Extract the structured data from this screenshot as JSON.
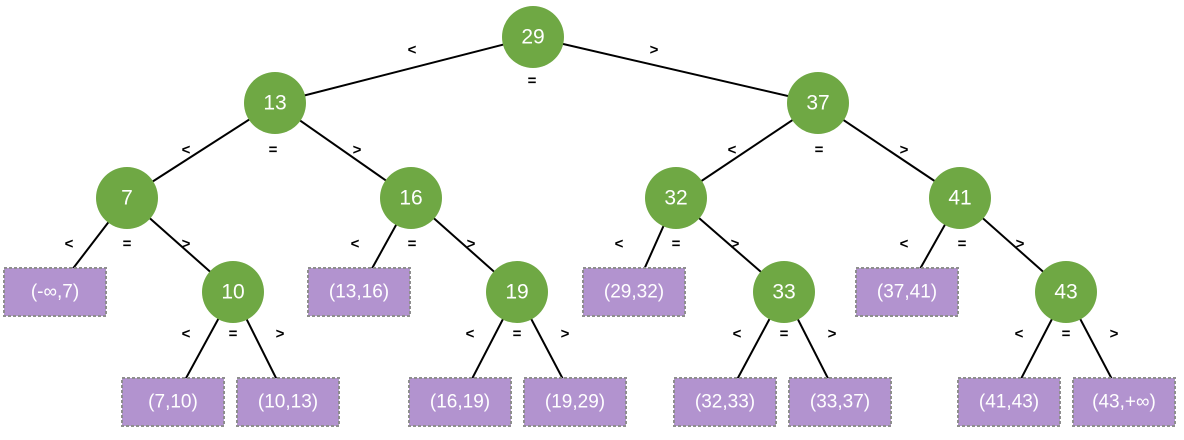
{
  "colors": {
    "node_fill": "#6fa844",
    "leaf_fill": "#b293cf",
    "leaf_border": "#8e8e8e",
    "edge": "#000000"
  },
  "comparison_symbols": {
    "less": "<",
    "equal": "=",
    "greater": ">"
  },
  "nodes": [
    {
      "id": "n29",
      "label": "29",
      "type": "internal"
    },
    {
      "id": "n13",
      "label": "13",
      "type": "internal"
    },
    {
      "id": "n37",
      "label": "37",
      "type": "internal"
    },
    {
      "id": "n7",
      "label": "7",
      "type": "internal"
    },
    {
      "id": "n16",
      "label": "16",
      "type": "internal"
    },
    {
      "id": "n32",
      "label": "32",
      "type": "internal"
    },
    {
      "id": "n41",
      "label": "41",
      "type": "internal"
    },
    {
      "id": "n10",
      "label": "10",
      "type": "internal"
    },
    {
      "id": "n19",
      "label": "19",
      "type": "internal"
    },
    {
      "id": "n33",
      "label": "33",
      "type": "internal"
    },
    {
      "id": "n43",
      "label": "43",
      "type": "internal"
    },
    {
      "id": "l1",
      "label": "(-∞,7)",
      "type": "leaf"
    },
    {
      "id": "l2",
      "label": "(13,16)",
      "type": "leaf"
    },
    {
      "id": "l3",
      "label": "(29,32)",
      "type": "leaf"
    },
    {
      "id": "l4",
      "label": "(37,41)",
      "type": "leaf"
    },
    {
      "id": "l5",
      "label": "(7,10)",
      "type": "leaf"
    },
    {
      "id": "l6",
      "label": "(10,13)",
      "type": "leaf"
    },
    {
      "id": "l7",
      "label": "(16,19)",
      "type": "leaf"
    },
    {
      "id": "l8",
      "label": "(19,29)",
      "type": "leaf"
    },
    {
      "id": "l9",
      "label": "(32,33)",
      "type": "leaf"
    },
    {
      "id": "l10",
      "label": "(33,37)",
      "type": "leaf"
    },
    {
      "id": "l11",
      "label": "(41,43)",
      "type": "leaf"
    },
    {
      "id": "l12",
      "label": "(43,+∞)",
      "type": "leaf"
    }
  ],
  "edges": [
    {
      "from": "n29",
      "to": "n13"
    },
    {
      "from": "n29",
      "to": "n37"
    },
    {
      "from": "n13",
      "to": "n7"
    },
    {
      "from": "n13",
      "to": "n16"
    },
    {
      "from": "n37",
      "to": "n32"
    },
    {
      "from": "n37",
      "to": "n41"
    },
    {
      "from": "n7",
      "to": "l1"
    },
    {
      "from": "n7",
      "to": "n10"
    },
    {
      "from": "n16",
      "to": "l2"
    },
    {
      "from": "n16",
      "to": "n19"
    },
    {
      "from": "n32",
      "to": "l3"
    },
    {
      "from": "n32",
      "to": "n33"
    },
    {
      "from": "n41",
      "to": "l4"
    },
    {
      "from": "n41",
      "to": "n43"
    },
    {
      "from": "n10",
      "to": "l5"
    },
    {
      "from": "n10",
      "to": "l6"
    },
    {
      "from": "n19",
      "to": "l7"
    },
    {
      "from": "n19",
      "to": "l8"
    },
    {
      "from": "n33",
      "to": "l9"
    },
    {
      "from": "n33",
      "to": "l10"
    },
    {
      "from": "n43",
      "to": "l11"
    },
    {
      "from": "n43",
      "to": "l12"
    }
  ]
}
